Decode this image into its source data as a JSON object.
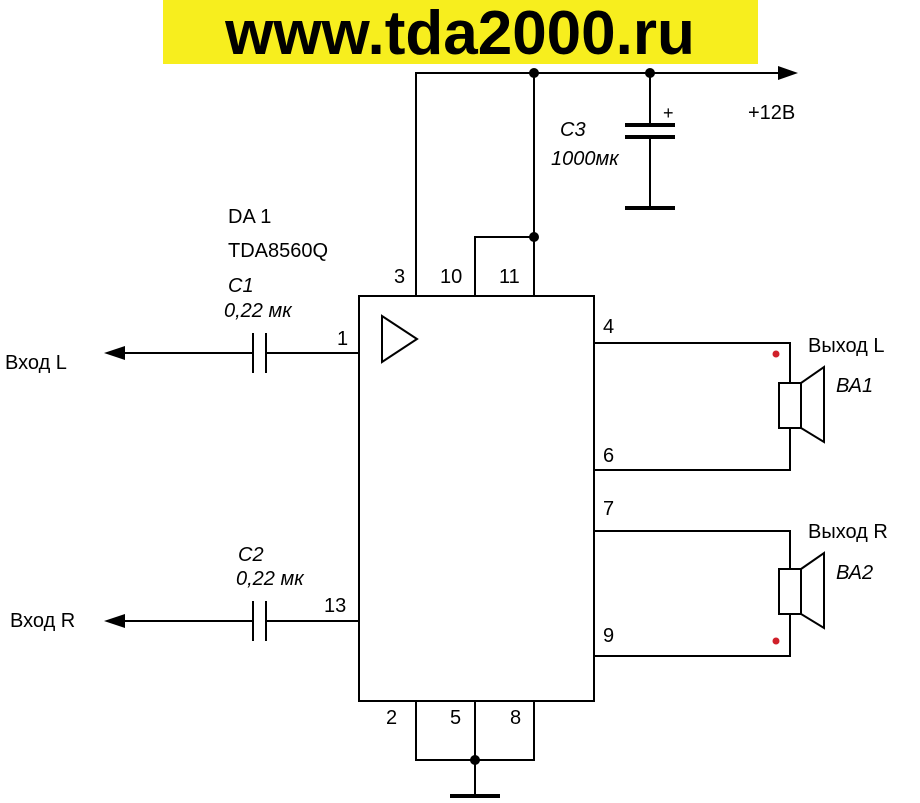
{
  "banner": {
    "text": "www.tda2000.ru",
    "bg_color": "#f7ee1e"
  },
  "ic": {
    "ref": "DA 1",
    "part": "TDA8560Q"
  },
  "pins": {
    "p1": "1",
    "p2": "2",
    "p3": "3",
    "p4": "4",
    "p5": "5",
    "p6": "6",
    "p7": "7",
    "p8": "8",
    "p9": "9",
    "p10": "10",
    "p11": "11",
    "p13": "13"
  },
  "power": {
    "label": "+12В"
  },
  "c3": {
    "ref": "С3",
    "value": "1000мк",
    "polarity": "+"
  },
  "c1": {
    "ref": "С1",
    "value": "0,22 мк"
  },
  "c2": {
    "ref": "С2",
    "value": "0,22 мк"
  },
  "inputs": {
    "left": "Вход L",
    "right": "Вход R"
  },
  "outputs": {
    "left": "Выход L",
    "right": "Выход R"
  },
  "speakers": {
    "ba1": "ВА1",
    "ba2": "ВА2"
  },
  "colors": {
    "wire": "#000000",
    "polarity_dot": "#d0202a"
  }
}
